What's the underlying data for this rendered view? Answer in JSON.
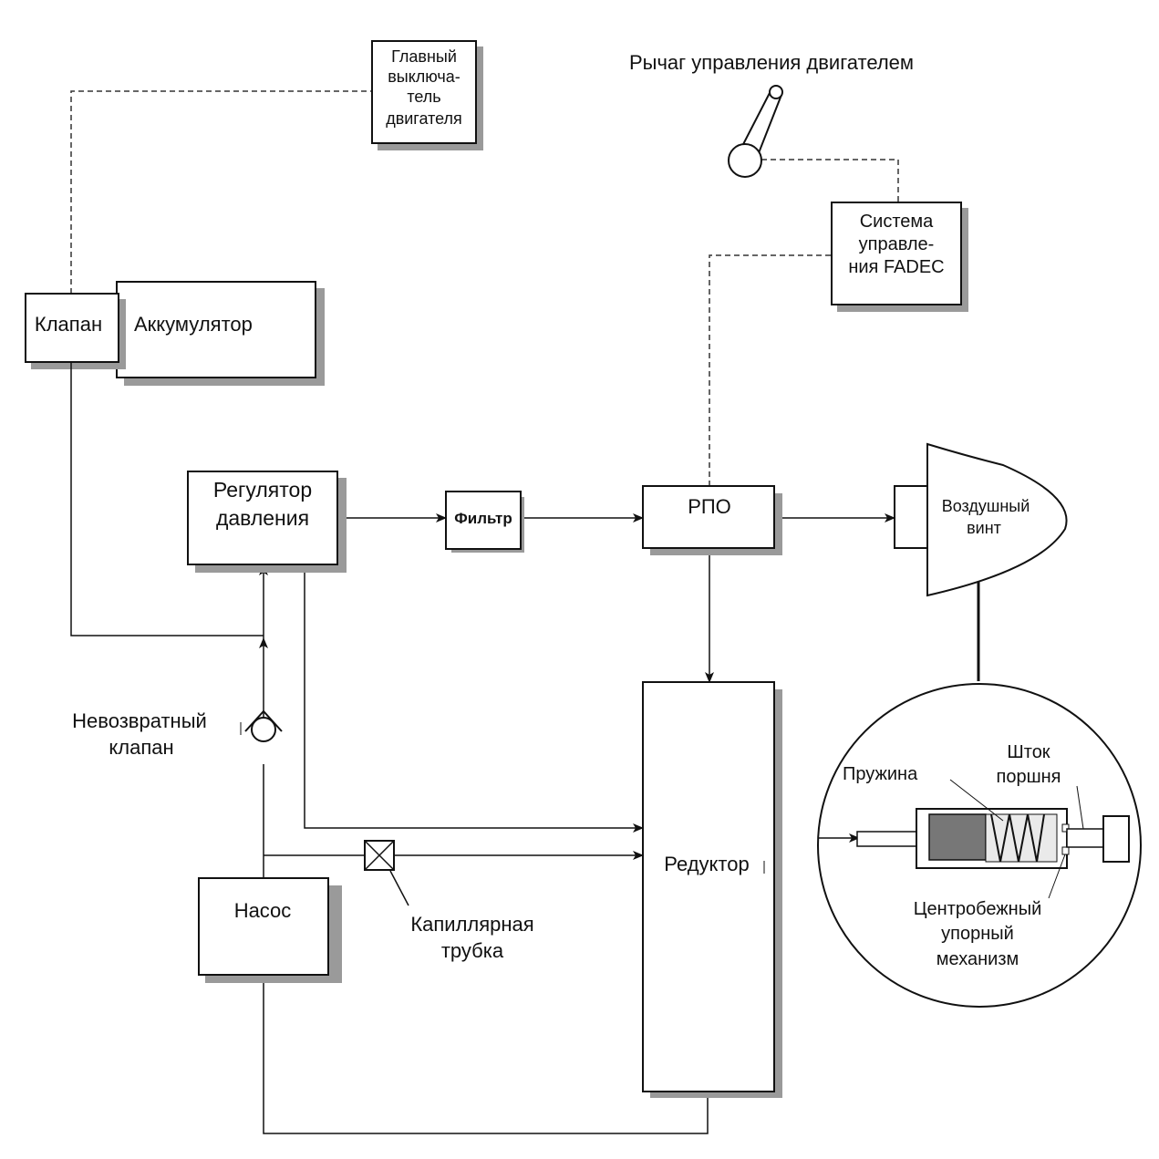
{
  "blocks": {
    "master_switch": [
      "Главный",
      "выключа-",
      "тель",
      "двигателя"
    ],
    "lever_label": "Рычаг управления двигателем",
    "fadec": [
      "Система",
      "управле-",
      "ния FADEC"
    ],
    "valve": "Клапан",
    "accumulator": "Аккумулятор",
    "pressure_regulator": [
      "Регулятор",
      "давления"
    ],
    "filter": "Фильтр",
    "rpo": "РПО",
    "propeller": [
      "Воздушный",
      "винт"
    ],
    "check_valve": [
      "Невозвратный",
      "клапан"
    ],
    "gearbox": "Редуктор",
    "pump": "Насос",
    "capillary": [
      "Капиллярная",
      "трубка"
    ]
  },
  "detail": {
    "spring": "Пружина",
    "piston_rod": [
      "Шток",
      "поршня"
    ],
    "stop_mechanism": [
      "Центробежный",
      "упорный",
      "механизм"
    ]
  }
}
